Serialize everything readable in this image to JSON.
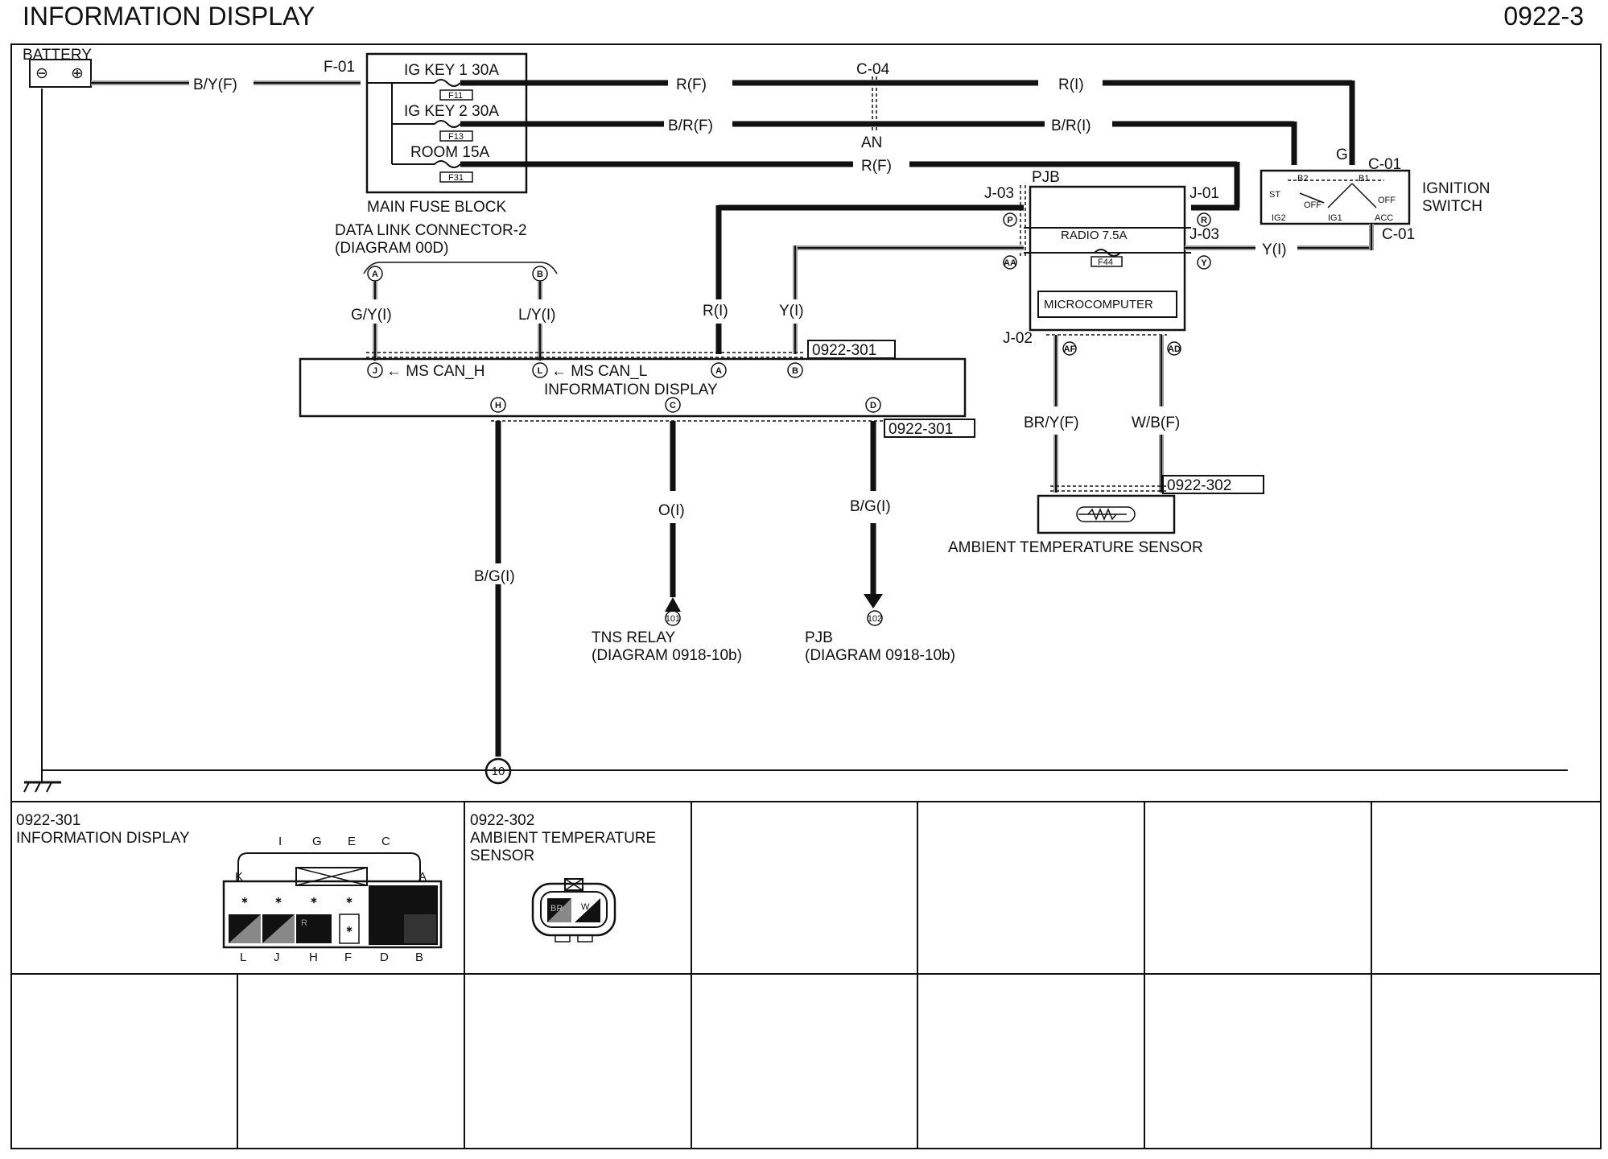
{
  "header": {
    "title": "INFORMATION DISPLAY",
    "page": "0922-3"
  },
  "battery": {
    "label": "BATTERY",
    "minus": "⊖",
    "plus": "⊕"
  },
  "fuse_block": {
    "connector": "F-01",
    "fuses": [
      {
        "name": "IG KEY 1 30A",
        "code": "F11"
      },
      {
        "name": "IG KEY 2 30A",
        "code": "F13"
      },
      {
        "name": "ROOM 15A",
        "code": "F31"
      }
    ],
    "label": "MAIN FUSE BLOCK"
  },
  "wires": {
    "bat": "B/Y(F)",
    "rf1": "R(F)",
    "ri1": "R(I)",
    "brf": "B/R(F)",
    "bri": "B/R(I)",
    "rf2": "R(F)",
    "gyi": "G/Y(I)",
    "lyi": "L/Y(I)",
    "ri2": "R(I)",
    "yi1": "Y(I)",
    "yi2": "Y(I)",
    "oi": "O(I)",
    "bgi1": "B/G(I)",
    "bgi2": "B/G(I)",
    "bryf": "BR/Y(F)",
    "wbf": "W/B(F)"
  },
  "connectors": {
    "c04": "C-04",
    "an": "AN",
    "c01a": "C-01",
    "c01b": "C-01",
    "g": "G"
  },
  "dlc": {
    "title": "DATA LINK CONNECTOR-2",
    "sub": "(DIAGRAM 00D)",
    "pin_a": "A",
    "pin_b": "B"
  },
  "ignition": {
    "label1": "IGNITION",
    "label2": "SWITCH",
    "b2": "B2",
    "b1": "B1",
    "st": "ST",
    "off1": "OFF",
    "off2": "OFF",
    "ig2": "IG2",
    "ig1": "IG1",
    "acc": "ACC"
  },
  "pjb": {
    "label": "PJB",
    "j03a": "J-03",
    "j01": "J-01",
    "j03b": "J-03",
    "j02": "J-02",
    "fuse": "RADIO 7.5A",
    "fuse_code": "F44",
    "micro": "MICROCOMPUTER",
    "pin_p": "P",
    "pin_r": "R",
    "pin_aa": "AA",
    "pin_y": "Y",
    "pin_af": "AF",
    "pin_ad": "AD"
  },
  "info_display": {
    "label": "INFORMATION DISPLAY",
    "can_h": "← MS CAN_H",
    "can_l": "← MS CAN_L",
    "pins_top": [
      "J",
      "L",
      "A",
      "B"
    ],
    "pins_bottom": [
      "H",
      "C",
      "D"
    ],
    "ref1": "0922-301",
    "ref2": "0922-301"
  },
  "sensor": {
    "label": "AMBIENT TEMPERATURE SENSOR",
    "ref": "0922-302"
  },
  "tns": {
    "pin": "101",
    "label": "TNS RELAY",
    "sub": "(DIAGRAM  0918-10b)"
  },
  "pjb2": {
    "pin": "102",
    "label": "PJB",
    "sub": "(DIAGRAM 0918-10b)"
  },
  "ground": {
    "pin": "10"
  },
  "panels": {
    "p1_code": "0922-301",
    "p1_name": "INFORMATION DISPLAY",
    "p1_top": [
      "I",
      "G",
      "E",
      "C"
    ],
    "p1_side_k": "K",
    "p1_side_a": "A",
    "p1_bottom": [
      "L",
      "J",
      "H",
      "F",
      "D",
      "B"
    ],
    "p1_marks": [
      "∗",
      "∗",
      "∗",
      "∗",
      "∗"
    ],
    "p1_r": "R",
    "p2_code": "0922-302",
    "p2_name1": "AMBIENT TEMPERATURE",
    "p2_name2": "SENSOR",
    "p2_br": "BR",
    "p2_w": "W"
  }
}
